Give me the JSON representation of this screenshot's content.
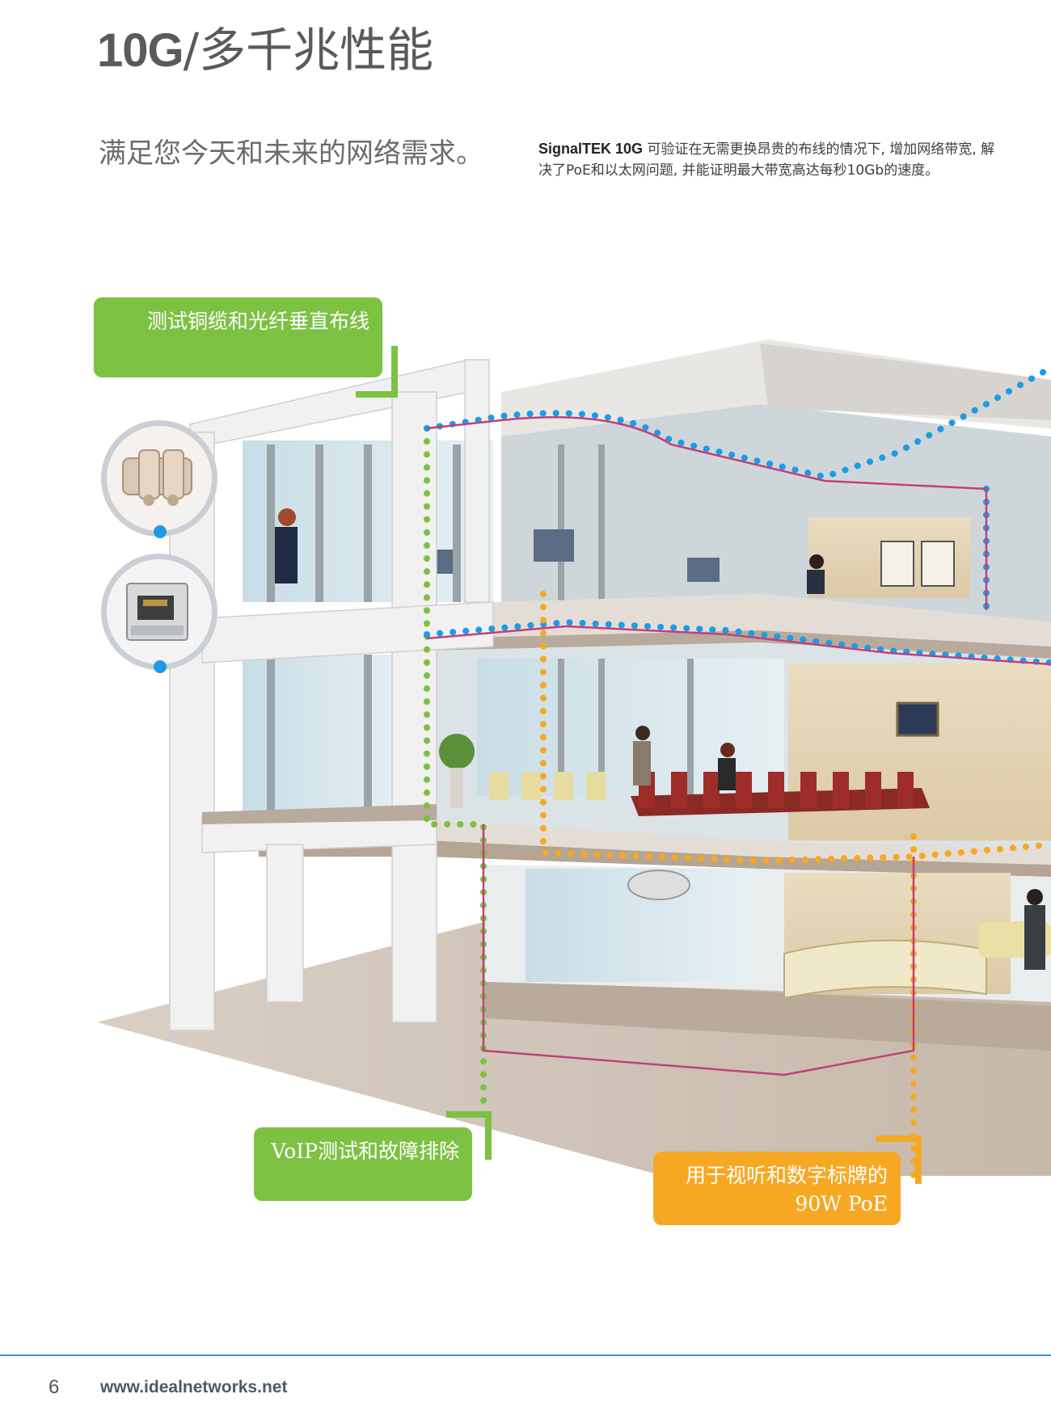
{
  "header": {
    "title_bold": "10G",
    "title_rest": "/多千兆性能",
    "subtitle": "满足您今天和未来的网络需求。",
    "description_brand": "SignalTEK 10G",
    "description_text": " 可验证在无需更换昂贵的布线的情况下, 增加网络带宽, 解决了PoE和以太网问题, 并能证明最大带宽高达每秒10Gb的速度。"
  },
  "callouts": {
    "copper_fiber": "测试铜缆和光纤垂直布线",
    "voip": "VoIP测试和故障排除",
    "poe": "用于视听和数字标牌的90W PoE"
  },
  "connectors": [
    {
      "icon": "fiber-lc-connector-icon"
    },
    {
      "icon": "rj45-jack-icon"
    }
  ],
  "colors": {
    "green": "#7cc142",
    "orange": "#f7a823",
    "blue": "#1e9be6",
    "footer_rule": "#4a8fc9"
  },
  "footer": {
    "page_number": "6",
    "url": "www.idealnetworks.net"
  }
}
